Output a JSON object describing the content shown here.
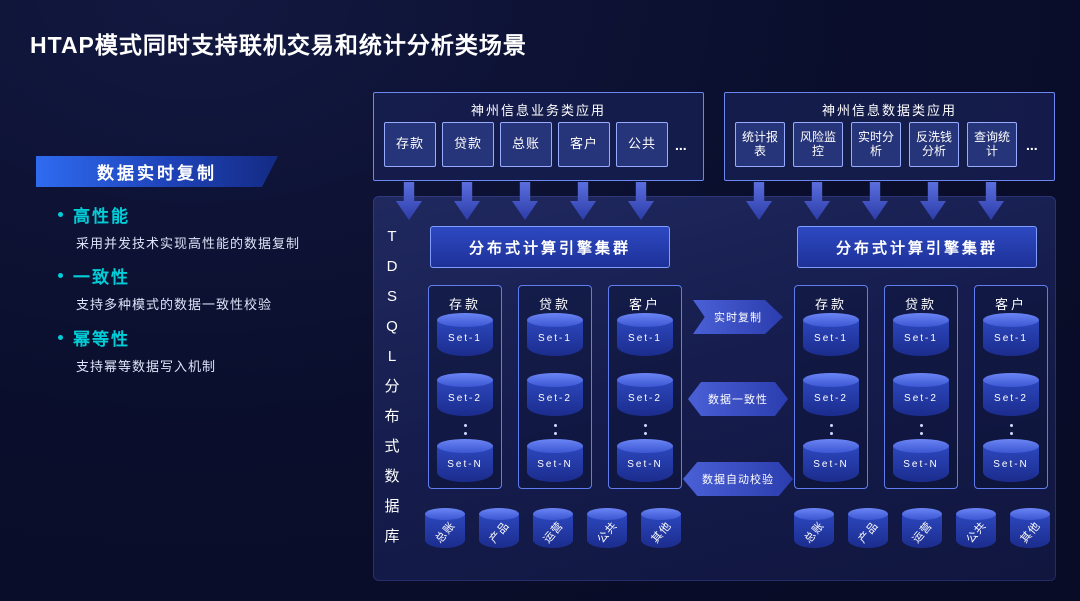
{
  "title": "HTAP模式同时支持联机交易和统计分析类场景",
  "left_panel": {
    "banner": "数据实时复制",
    "bullets": [
      {
        "head": "高性能",
        "desc": "采用并发技术实现高性能的数据复制"
      },
      {
        "head": "一致性",
        "desc": "支持多种模式的数据一致性校验"
      },
      {
        "head": "幂等性",
        "desc": "支持幂等数据写入机制"
      }
    ]
  },
  "business_apps": {
    "title": "神州信息业务类应用",
    "items": [
      "存款",
      "贷款",
      "总账",
      "客户",
      "公共"
    ],
    "more": "..."
  },
  "data_apps": {
    "title": "神州信息数据类应用",
    "items": [
      "统计报表",
      "风险监控",
      "实时分析",
      "反洗钱分析",
      "查询统计"
    ],
    "more": "..."
  },
  "platform": {
    "vertical_label_chars": [
      "T",
      "D",
      "S",
      "Q",
      "L",
      "分",
      "布",
      "式",
      "数",
      "据",
      "库"
    ],
    "left_cluster": "分布式计算引擎集群",
    "right_cluster": "分布式计算引擎集群",
    "db_group_labels": [
      "存款",
      "贷款",
      "客户"
    ],
    "set_labels": [
      "Set-1",
      "Set-2",
      "Set-N"
    ],
    "flows": [
      "实时复制",
      "数据一致性",
      "数据自动校验"
    ],
    "bottom_dbs": [
      "总账",
      "产品",
      "运营",
      "公共",
      "其他"
    ]
  },
  "colors": {
    "background": "#0a0e2c",
    "accent_cyan": "#00cdd7",
    "panel_blue": "#161d4e",
    "border_blue": "#6c87f2",
    "arrow_blue": "#3a50c8"
  }
}
